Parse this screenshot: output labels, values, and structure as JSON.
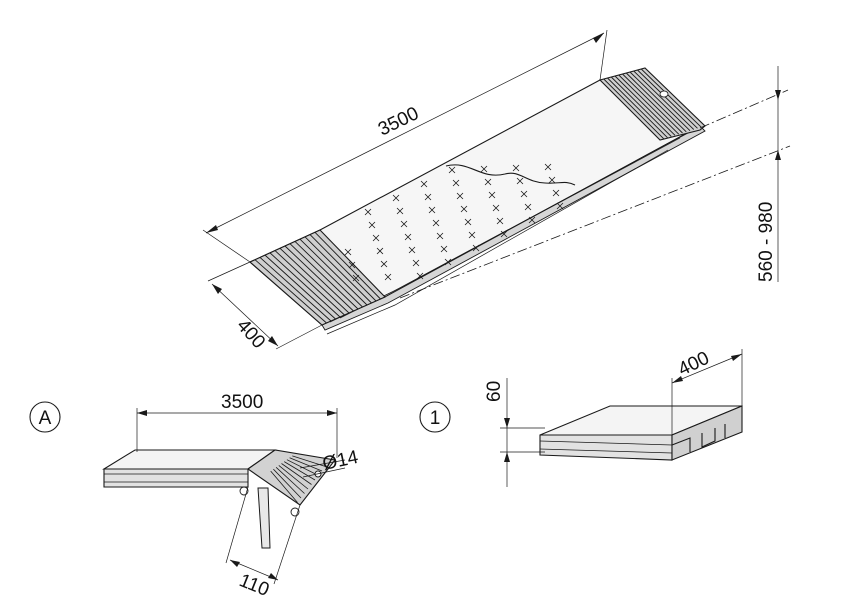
{
  "ramp": {
    "length_label": "3500",
    "width_label": "400",
    "height_label": "560 - 980"
  },
  "detail_a": {
    "marker": "A",
    "length_label": "3500",
    "hole_label": "Ø14",
    "lip_label": "110"
  },
  "detail_1": {
    "marker": "1",
    "thickness_label": "60",
    "width_label": "400"
  },
  "colors": {
    "line": "#1a1a1a",
    "surface": "#f2f2f2",
    "side": "#d8d8d8"
  }
}
